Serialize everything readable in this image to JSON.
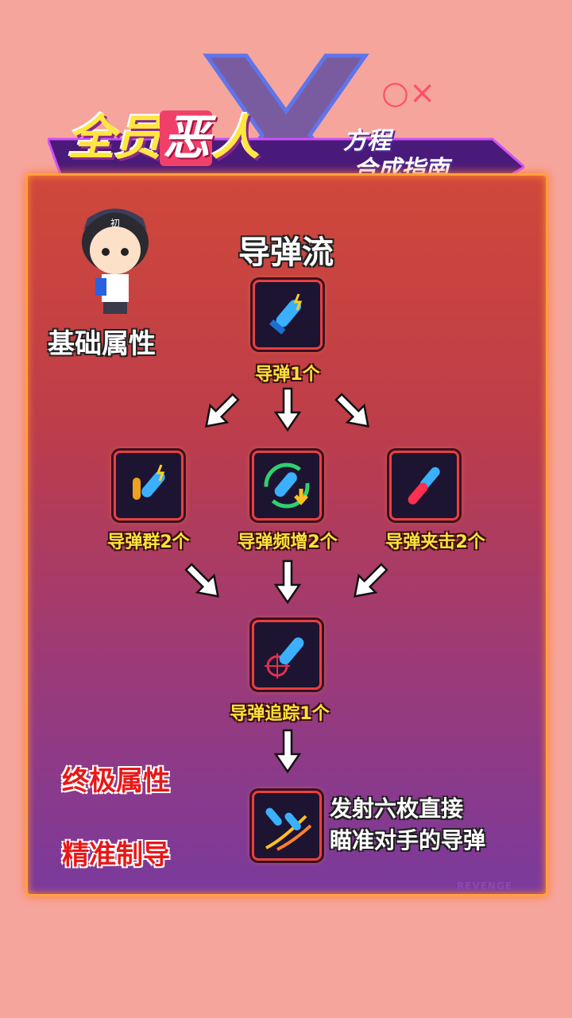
{
  "header": {
    "logo_main_1": "全员",
    "logo_main_red": "恶",
    "logo_main_2": "人",
    "logo_sub_1": "方程",
    "logo_sub_2": "合成指南",
    "character_cap_text": "初"
  },
  "title": "导弹流",
  "side_labels": {
    "base": "基础属性",
    "ultimate": "终极属性",
    "ultimate_name": "精准制导"
  },
  "nodes": [
    {
      "label": "导弹1个",
      "icon": "missile-icon"
    },
    {
      "label": "导弹群2个",
      "icon": "missile-swarm-icon"
    },
    {
      "label": "导弹频增2个",
      "icon": "missile-frequency-icon"
    },
    {
      "label": "导弹夹击2个",
      "icon": "missile-pincer-icon"
    },
    {
      "label": "导弹追踪1个",
      "icon": "missile-tracking-icon"
    },
    {
      "label": "",
      "icon": "precision-guidance-icon"
    }
  ],
  "ultimate_description": [
    "发射六枚直接",
    "瞄准对手的导弹"
  ],
  "watermark": "REVENGE",
  "colors": {
    "background": "#f6a59d",
    "label_yellow": "#ffe23a",
    "ultimate_red": "#e81818",
    "border": "#ffa13a"
  }
}
